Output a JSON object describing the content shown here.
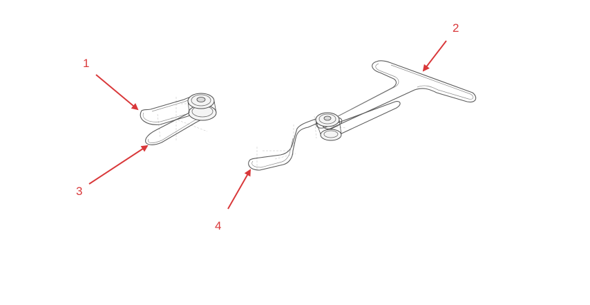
{
  "accent_color": "#d9383a",
  "callouts": [
    {
      "id": "1",
      "label": "1"
    },
    {
      "id": "2",
      "label": "2"
    },
    {
      "id": "3",
      "label": "3"
    },
    {
      "id": "4",
      "label": "4"
    }
  ]
}
